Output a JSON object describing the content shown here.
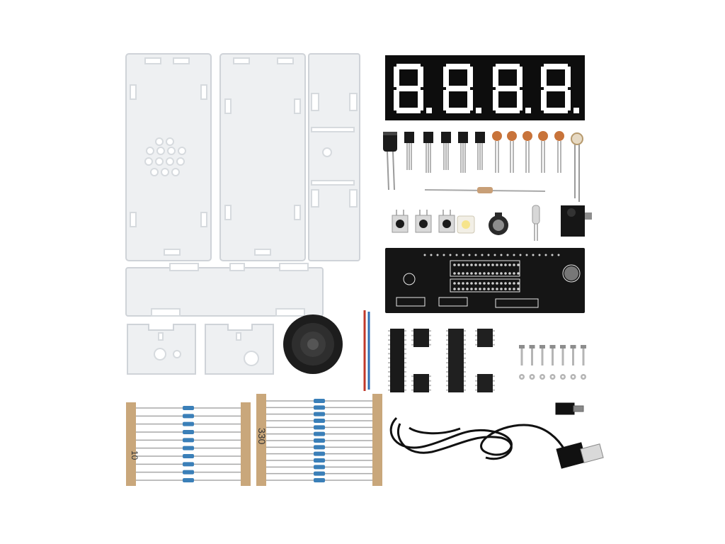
{
  "image": {
    "description_kind": "product photo of a DIY 4-digit LED clock kit parts layout"
  },
  "tape_labels": {
    "resistor_strip_left": "10",
    "resistor_strip_right": "330"
  },
  "colors": {
    "background": "#ffffff",
    "acrylic": "#eef0f2",
    "pcb": "#151515",
    "display": "#0d0d0d",
    "segment": "#ffffff",
    "tape": "#c9a77b",
    "resistor_body": "#3a7fb8",
    "ceramic_cap": "#c8733a",
    "wire_red": "#c0392b",
    "wire_blue": "#2f6fb5"
  }
}
